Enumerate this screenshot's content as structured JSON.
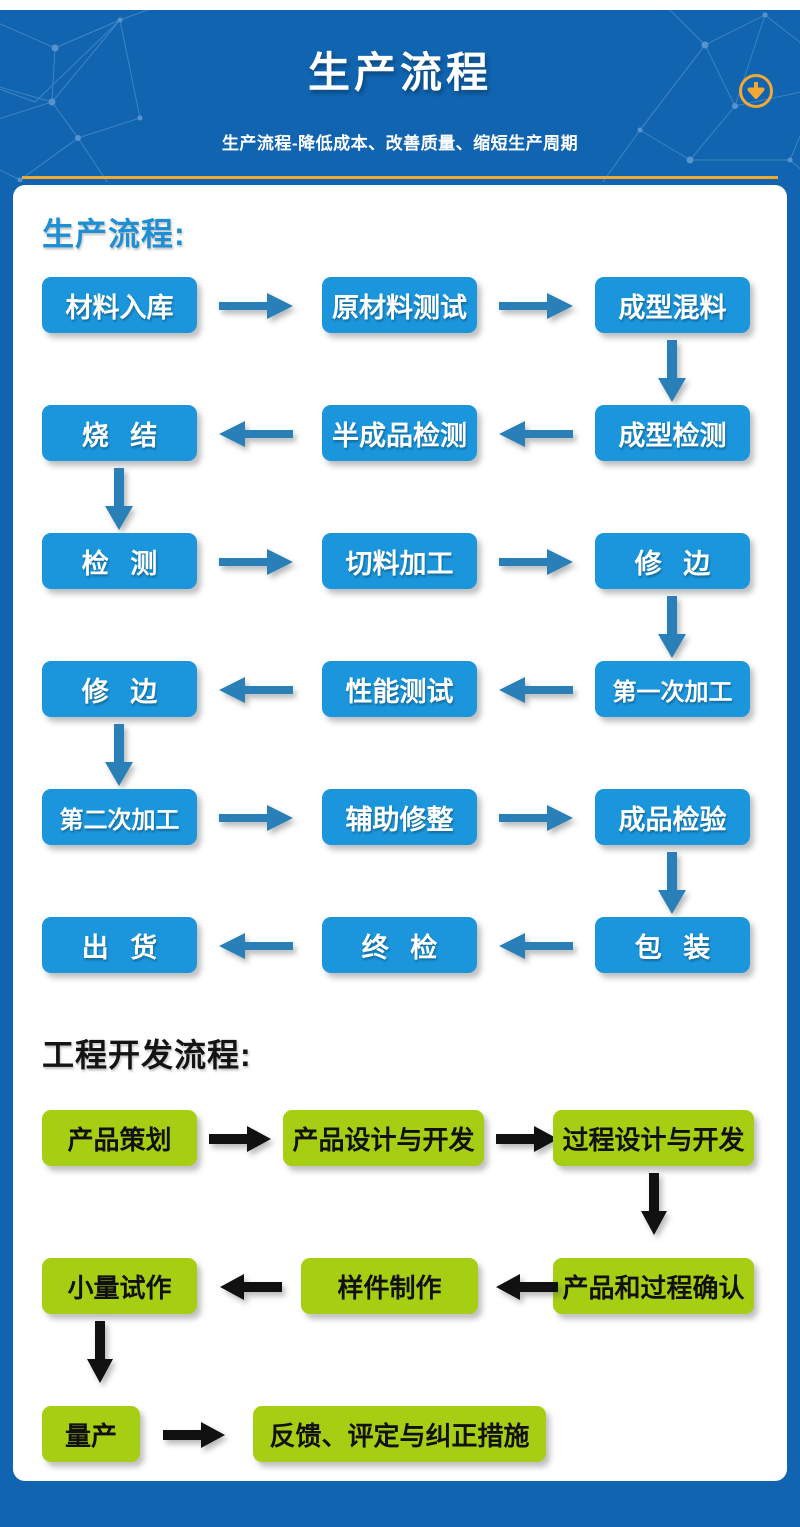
{
  "header": {
    "title": "生产流程",
    "subtitle": "生产流程-降低成本、改善质量、缩短生产周期",
    "download_icon": "download-circle-icon",
    "bg_color": "#1064b0",
    "accent_color": "#f2a833"
  },
  "sections": [
    {
      "heading": "生产流程:",
      "heading_color": "#1f8fd4",
      "node_color": "#1b96dc",
      "node_text_color": "#ffffff",
      "arrow_color": "#2980b9",
      "nodes": [
        "材料入库",
        "原材料测试",
        "成型混料",
        "成型检测",
        "半成品检测",
        "烧 结",
        "检 测",
        "切料加工",
        "修 边",
        "第一次加工",
        "性能测试",
        "修 边",
        "第二次加工",
        "辅助修整",
        "成品检验",
        "包 装",
        "终 检",
        "出 货"
      ]
    },
    {
      "heading": "工程开发流程:",
      "heading_color": "#141414",
      "node_color": "#a6ce13",
      "node_text_color": "#111111",
      "arrow_color": "#111111",
      "nodes": [
        "产品策划",
        "产品设计与开发",
        "过程设计与开发",
        "产品和过程确认",
        "样件制作",
        "小量试作",
        "量产",
        "反馈、评定与纠正措施"
      ]
    }
  ]
}
